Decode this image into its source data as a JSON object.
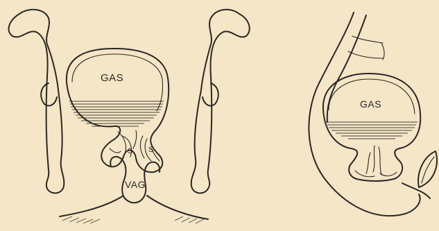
{
  "figure_left": {
    "gas_label": "GAS",
    "vag_label": "VAG",
    "s_label_left": "S",
    "s_label_right": "S"
  },
  "figure_right": {
    "gas_label": "GAS"
  }
}
